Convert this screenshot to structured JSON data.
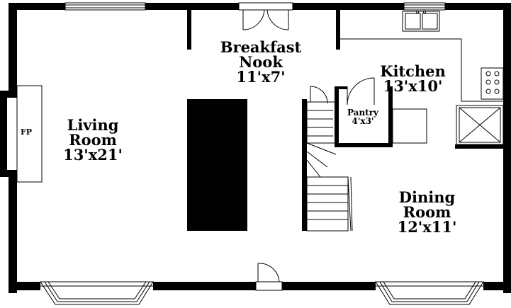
{
  "rooms": {
    "breakfast": {
      "name_line1": "Breakfast",
      "name_line2": "Nook",
      "size": "11'x7'"
    },
    "kitchen": {
      "name": "Kitchen",
      "size": "13'x10'"
    },
    "pantry": {
      "name": "Pantry",
      "size": "4'x3'"
    },
    "living": {
      "name_line1": "Living",
      "name_line2": "Room",
      "size": "13'x21'"
    },
    "dining": {
      "name_line1": "Dining",
      "name_line2": "Room",
      "size": "12'x11'"
    }
  },
  "fixtures": {
    "fireplace": "FP"
  }
}
